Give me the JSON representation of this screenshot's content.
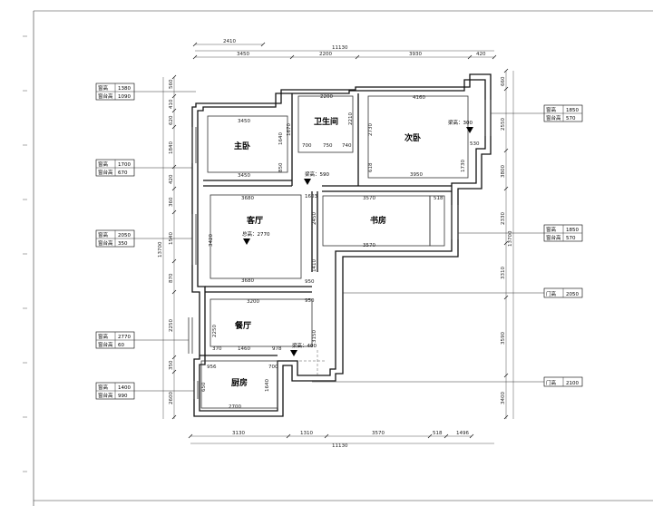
{
  "rooms": {
    "master_bedroom": "主卧",
    "bathroom": "卫生间",
    "second_bedroom": "次卧",
    "living_room": "客厅",
    "study": "书房",
    "dining_room": "餐厅",
    "kitchen": "厨房"
  },
  "beam_notes": {
    "bath_beam": "梁高：590",
    "second_bedroom_beam": "梁高：300",
    "dining_beam": "梁高：400",
    "living_total_height": "总高：2770"
  },
  "window_tags_left": [
    {
      "label1": "窗高",
      "value1": "1380",
      "label2": "窗台高",
      "value2": "1090"
    },
    {
      "label1": "窗高",
      "value1": "1700",
      "label2": "窗台高",
      "value2": "670"
    },
    {
      "label1": "窗高",
      "value1": "2050",
      "label2": "窗台高",
      "value2": "350"
    },
    {
      "label1": "窗高",
      "value1": "2770",
      "label2": "窗台高",
      "value2": "60"
    },
    {
      "label1": "窗高",
      "value1": "1400",
      "label2": "窗台高",
      "value2": "990"
    }
  ],
  "window_tags_right": [
    {
      "label1": "窗高",
      "value1": "1850",
      "label2": "窗台高",
      "value2": "570"
    },
    {
      "label1": "窗高",
      "value1": "1850",
      "label2": "窗台高",
      "value2": "570"
    }
  ],
  "door_tags_right": [
    {
      "label": "门高",
      "value": "2050"
    },
    {
      "label": "门高",
      "value": "2100"
    }
  ],
  "dims_top": {
    "d1": "2410",
    "total": "11130",
    "d_3450": "3450",
    "d_2200": "2200",
    "d_3930": "3930",
    "d_420": "420"
  },
  "dims_bottom": {
    "d_3130": "3130",
    "d_1310": "1310",
    "d_3570": "3570",
    "d_518": "518",
    "d_1496": "1496",
    "total": "11130"
  },
  "dims_left": {
    "d_560": "560",
    "d_410": "410",
    "d_620": "620",
    "d_1840": "1840",
    "d_420": "420",
    "d_360": "360",
    "d_1540": "1540",
    "d_870": "870",
    "d_2250": "2250",
    "d_350": "350",
    "d_2600": "2600",
    "total": "13700"
  },
  "dims_right": {
    "d_660": "660",
    "d_2550": "2550",
    "d_3800": "3800",
    "d_2330": "2330",
    "d_3310": "3310",
    "d_3400": "3400",
    "d_3590": "3590",
    "total": "13700"
  },
  "inner_dims": {
    "master_top": "3450",
    "master_bottom": "3450",
    "master_side": "1640",
    "master_850": "850",
    "master_1670": "1670",
    "bath_top": "2200",
    "bath_700": "700",
    "bath_740": "740",
    "bath_750": "750",
    "bath_2210": "2210",
    "second_top": "4160",
    "second_bottom": "3950",
    "second_530": "530",
    "second_618": "618",
    "second_2730": "2730",
    "second_1730": "1730",
    "living_top": "3680",
    "living_bottom": "3680",
    "living_1603": "1603",
    "living_3420": "3420",
    "study_top": "3570",
    "study_bottom": "3570",
    "study_518": "518",
    "study_2450": "2450",
    "study_1410": "1410",
    "dining_3200": "3200",
    "dining_950": "950",
    "dining_950b": "950",
    "dining_2250": "2250",
    "dining_1460": "1460",
    "dining_370": "370",
    "dining_978": "978",
    "dining_3150": "3150",
    "kitchen_2700": "2700",
    "kitchen_956": "956",
    "kitchen_650": "650",
    "kitchen_1640": "1640",
    "kitchen_700": "700"
  },
  "colors": {
    "line": "#111111",
    "background": "#ffffff"
  }
}
